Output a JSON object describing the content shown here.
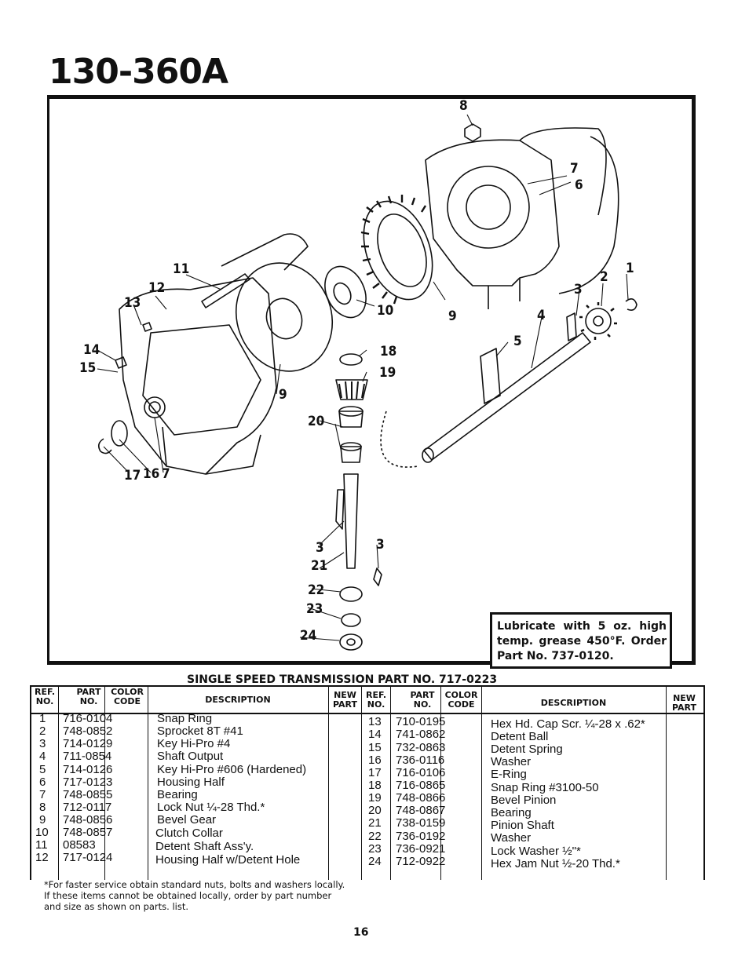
{
  "header": {
    "model_number": "130-360A"
  },
  "diagram": {
    "callouts": [
      "8",
      "7",
      "6",
      "1",
      "2",
      "3",
      "4",
      "5",
      "11",
      "12",
      "13",
      "10",
      "9",
      "14",
      "15",
      "18",
      "19",
      "9",
      "20",
      "17",
      "16",
      "7",
      "3",
      "3",
      "21",
      "22",
      "23",
      "24"
    ],
    "note": "Lubricate with 5 oz. high temp. grease 450°F. Order Part No. 737-0120."
  },
  "table": {
    "title": "SINGLE SPEED TRANSMISSION PART NO. 717-0223",
    "headers": {
      "ref_no": "REF. NO.",
      "part_no": "PART NO.",
      "color_code": "COLOR CODE",
      "description": "DESCRIPTION",
      "new_part": "NEW PART"
    },
    "left_rows": [
      {
        "ref": "1",
        "part": "716-0104",
        "desc": "Snap Ring"
      },
      {
        "ref": "2",
        "part": "748-0852",
        "desc": "Sprocket 8T #41"
      },
      {
        "ref": "3",
        "part": "714-0129",
        "desc": "Key Hi-Pro #4"
      },
      {
        "ref": "4",
        "part": "711-0854",
        "desc": "Shaft Output"
      },
      {
        "ref": "5",
        "part": "714-0126",
        "desc": "Key Hi-Pro #606 (Hardened)"
      },
      {
        "ref": "6",
        "part": "717-0123",
        "desc": "Housing Half"
      },
      {
        "ref": "7",
        "part": "748-0855",
        "desc": "Bearing"
      },
      {
        "ref": "8",
        "part": "712-0117",
        "desc": "Lock Nut ¼-28 Thd.*"
      },
      {
        "ref": "9",
        "part": "748-0856",
        "desc": "Bevel Gear"
      },
      {
        "ref": "10",
        "part": "748-0857",
        "desc": "Clutch Collar"
      },
      {
        "ref": "11",
        "part": "08583",
        "desc": "Detent Shaft Ass'y."
      },
      {
        "ref": "12",
        "part": "717-0124",
        "desc": "Housing Half w/Detent Hole"
      }
    ],
    "right_rows": [
      {
        "ref": "13",
        "part": "710-0195",
        "desc": "Hex Hd. Cap Scr. ¼-28 x .62*"
      },
      {
        "ref": "14",
        "part": "741-0862",
        "desc": "Detent Ball"
      },
      {
        "ref": "15",
        "part": "732-0863",
        "desc": "Detent Spring"
      },
      {
        "ref": "16",
        "part": "736-0116",
        "desc": "Washer"
      },
      {
        "ref": "17",
        "part": "716-0106",
        "desc": "E-Ring"
      },
      {
        "ref": "18",
        "part": "716-0865",
        "desc": "Snap Ring #3100-50"
      },
      {
        "ref": "19",
        "part": "748-0866",
        "desc": "Bevel Pinion"
      },
      {
        "ref": "20",
        "part": "748-0867",
        "desc": "Bearing"
      },
      {
        "ref": "21",
        "part": "738-0159",
        "desc": "Pinion Shaft"
      },
      {
        "ref": "22",
        "part": "736-0192",
        "desc": "Washer"
      },
      {
        "ref": "23",
        "part": "736-0921",
        "desc": "Lock Washer ½\"*"
      },
      {
        "ref": "24",
        "part": "712-0922",
        "desc": "Hex Jam Nut ½-20 Thd.*"
      }
    ]
  },
  "footnote": "*For faster service obtain standard nuts, bolts and washers locally. If these items cannot be obtained locally, order by part number and size as shown on parts. list.",
  "page_number": "16"
}
